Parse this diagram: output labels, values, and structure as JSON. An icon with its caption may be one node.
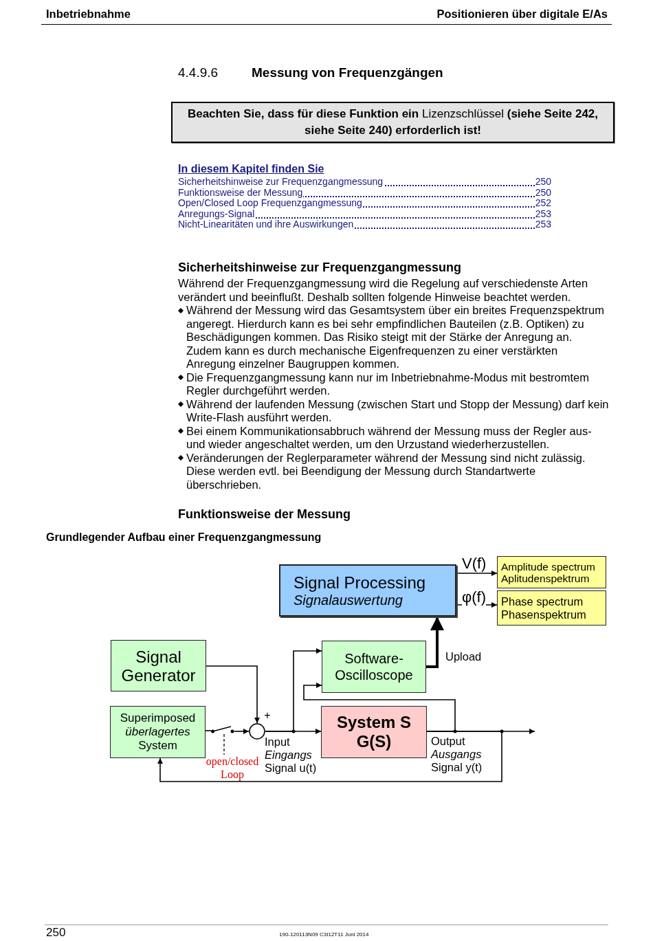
{
  "diagram": {
    "title": "Grundlegender Aufbau einer Frequenzgangmessung",
    "nodes": [
      {
        "text": [
          "Signal Processing",
          "Signalauswertung"
        ]
      },
      {
        "text": [
          "Amplitude spectrum",
          "Aplitudenspektrum"
        ]
      },
      {
        "text": [
          "Phase spectrum",
          "Phasenspektrum"
        ]
      },
      {
        "text": [
          "Signal Generator"
        ]
      },
      {
        "text": [
          "Software-Oscilloscope"
        ]
      },
      {
        "text": [
          "Superimposed *überlagertes* System"
        ]
      },
      {
        "text": [],
        "shape": "circle",
        "beside": [
          "+"
        ]
      },
      {
        "text": [
          "System S G(S)"
        ]
      },
      {
        "text": [],
        "shape": "switch"
      }
    ],
    "edges": [
      {
        "from": 0,
        "to": 1,
        "arrow": "to",
        "label": "V(f)"
      },
      {
        "from": 0,
        "to": 2,
        "arrow": "to",
        "label": "φ(f)"
      },
      {
        "from": 4,
        "to": 0,
        "arrow": "to",
        "label": "Upload",
        "style": "thick"
      },
      {
        "from": 3,
        "to": 6,
        "arrow": "to"
      },
      {
        "from": 5,
        "to": 8,
        "arrow": "none"
      },
      {
        "from": 8,
        "to": 6,
        "arrow": "to"
      },
      {
        "from": 6,
        "to": 7,
        "arrow": "to"
      },
      {
        "from": 6,
        "to": 4,
        "arrow": "to"
      },
      {
        "from": 7,
        "to": 4,
        "arrow": "to"
      },
      {
        "from": 7,
        "to": 5,
        "arrow": "to"
      },
      {
        "from": 7,
        "to": null,
        "arrow": "to"
      }
    ],
    "labels": [
      "Inbetriebnahme",
      "Positionieren über digitale E/As",
      "4.4.9.6",
      "Messung von Frequenzgängen",
      "**Beachten Sie, dass für diese Funktion ein** Lizenzschlüssel **(siehe Seite 242, siehe Seite 240) erforderlich ist!**",
      "In diesem Kapitel finden Sie",
      "Sicherheitshinweise zur Frequenzgangmessung",
      "250",
      "Funktionsweise der Messung",
      "250",
      "Open/Closed Loop Frequenzgangmessung",
      "252",
      "Anregungs-Signal",
      "253",
      "Nicht-Linearitäten und ihre Auswirkungen",
      "253",
      "Sicherheitshinweise zur Frequenzgangmessung",
      "Während der Frequenzgangmessung wird die Regelung auf verschiedenste Arten verändert und beeinflußt. Deshalb sollten folgende Hinweise beachtet werden.",
      "Während der Messung wird das Gesamtsystem über ein breites Frequenzspektrum angeregt. Hierdurch kann es bei sehr empfindlichen Bauteilen (z.B. Optiken) zu Beschädigungen kommen. Das Risiko steigt mit der Stärke der Anregung an. Zudem kann es durch mechanische Eigenfrequenzen zu einer verstärkten Anregung einzelner Baugruppen kommen.",
      "Die Frequenzgangmessung kann nur im Inbetriebnahme-Modus mit bestromtem Regler durchgeführt werden.",
      "Während der laufenden Messung (zwischen Start und Stopp der Messung) darf kein Write-Flash ausführt werden.",
      "Bei einem Kommunikationsabbruch während der Messung muss der Regler aus- und wieder angeschaltet werden, um den Urzustand wiederherzustellen.",
      "Veränderungen der Reglerparameter während der Messung sind nicht zulässig. Diese werden evtl. bei Beendigung der Messung durch Standartwerte überschrieben.",
      "Funktionsweise der Messung",
      "open/closed Loop",
      "Input *Eingangs* Signal u(t)",
      "Output *Ausgangs* Signal y(t)",
      "250",
      "190-120113N09 C3I12T11 Juni 2014"
    ]
  }
}
